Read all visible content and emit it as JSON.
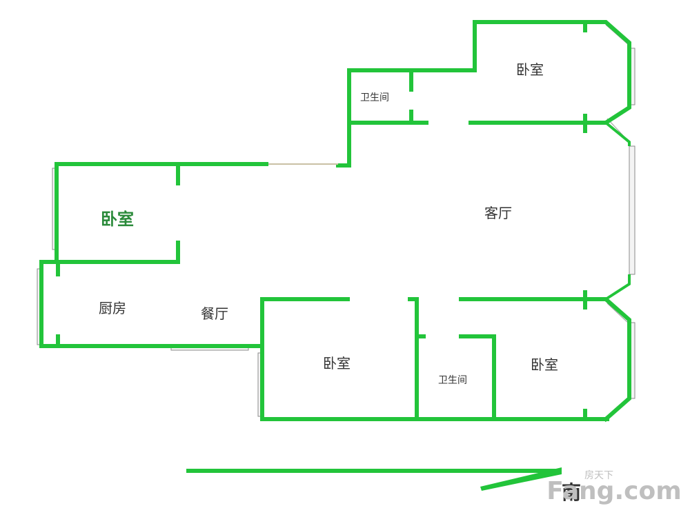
{
  "colors": {
    "wall": "#22c43a",
    "window_frame": "#8a8a8a",
    "label": "#333333",
    "watermark": "#bfbfbf"
  },
  "rooms": {
    "bedroom_top_right": "卧室",
    "bath_top": "卫生间",
    "bedroom_left": "卧室",
    "living": "客厅",
    "kitchen": "厨房",
    "dining": "餐厅",
    "bedroom_bottom_mid": "卧室",
    "bath_bottom": "卫生间",
    "bedroom_bottom_right": "卧室"
  },
  "compass": {
    "label": "南"
  },
  "watermark": {
    "main": "Fang.com",
    "sub": "房天下"
  }
}
